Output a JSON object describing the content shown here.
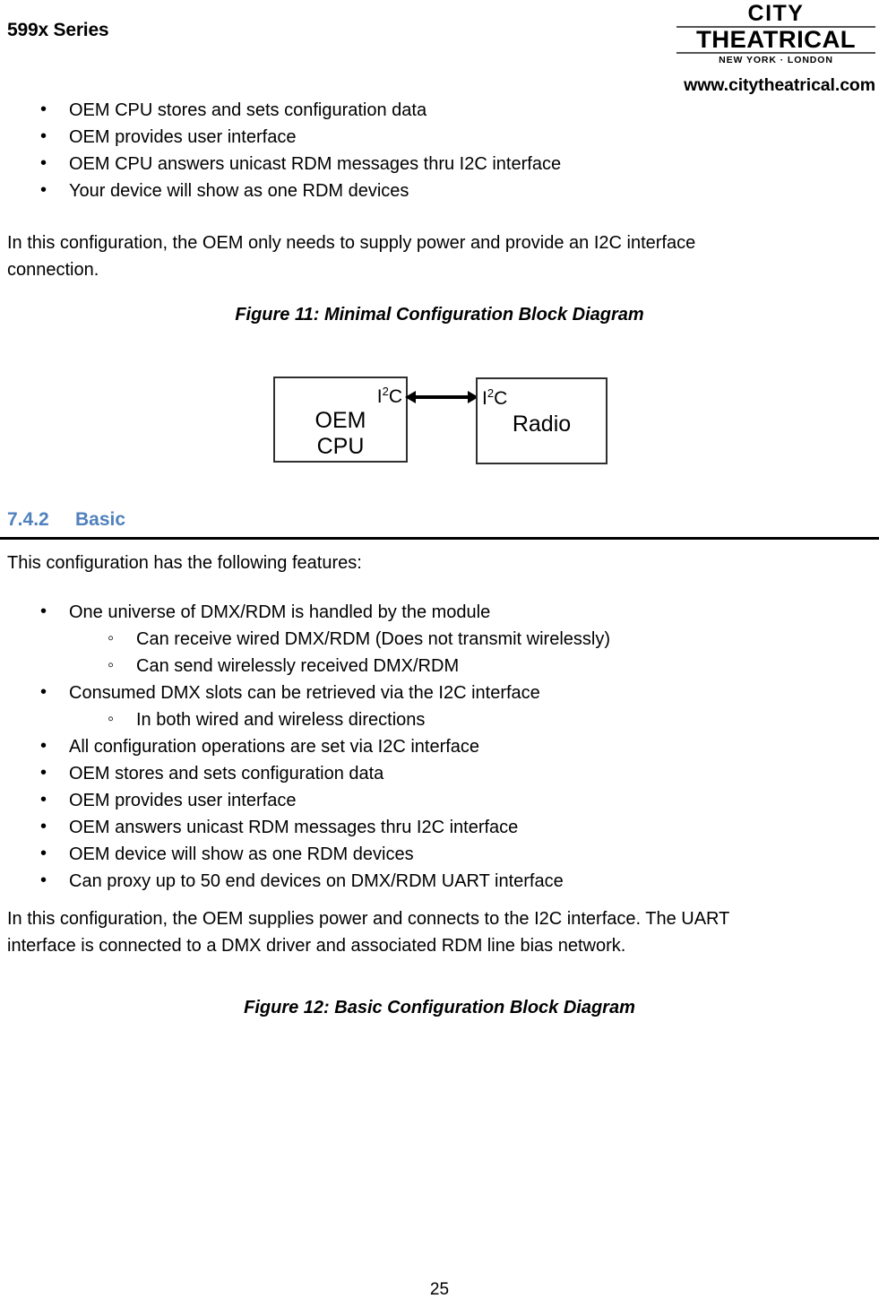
{
  "header": {
    "doc_title": "599x Series",
    "logo": {
      "line1": "CITY",
      "line2": "THEATRICAL",
      "tagline": "NEW YORK  ·  LONDON"
    },
    "website": "www.citytheatrical.com"
  },
  "section_minimal": {
    "bullets": [
      "OEM CPU stores and sets configuration data",
      "OEM provides user interface",
      "OEM CPU answers unicast RDM messages thru I2C interface",
      "Your device will show as one RDM devices"
    ],
    "paragraph_line1": "In this configuration, the OEM only needs to supply power and provide an I2C interface",
    "paragraph_line2": "connection.",
    "figure_caption": "Figure 11: Minimal Configuration Block Diagram"
  },
  "figure11": {
    "block_left_line1": "OEM",
    "block_left_line2": "CPU",
    "block_left_port": "I2C",
    "block_right_line1": "Radio",
    "block_right_port": "I2C",
    "connector": "bidirectional-arrow"
  },
  "section_basic": {
    "heading_number": "7.4.2",
    "heading_title": "Basic",
    "intro": "This configuration has the following features:",
    "bullets": [
      {
        "level": 1,
        "text": "One universe of DMX/RDM is handled by the module"
      },
      {
        "level": 2,
        "text": "Can receive wired DMX/RDM (Does not transmit wirelessly)"
      },
      {
        "level": 2,
        "text": "Can send wirelessly received DMX/RDM"
      },
      {
        "level": 1,
        "text": "Consumed DMX slots can be retrieved via the I2C interface"
      },
      {
        "level": 2,
        "text": "In both wired and wireless directions"
      },
      {
        "level": 1,
        "text": "All configuration operations are set via I2C interface"
      },
      {
        "level": 1,
        "text": "OEM stores and sets configuration data"
      },
      {
        "level": 1,
        "text": "OEM provides user interface"
      },
      {
        "level": 1,
        "text": "OEM answers unicast RDM messages thru I2C interface"
      },
      {
        "level": 1,
        "text": "OEM device will show as one RDM devices"
      },
      {
        "level": 1,
        "text": "Can proxy up to 50 end devices on DMX/RDM UART interface"
      }
    ],
    "paragraph_line1": "In this configuration, the OEM supplies power and connects to the I2C interface. The UART",
    "paragraph_line2": "interface is connected to a DMX driver and associated RDM line bias network.",
    "figure_caption": "Figure 12: Basic Configuration Block Diagram"
  },
  "footer": {
    "page_number": "25"
  },
  "colors": {
    "heading_blue": "#4F81BD",
    "rule_black": "#000000",
    "text_black": "#000000"
  }
}
